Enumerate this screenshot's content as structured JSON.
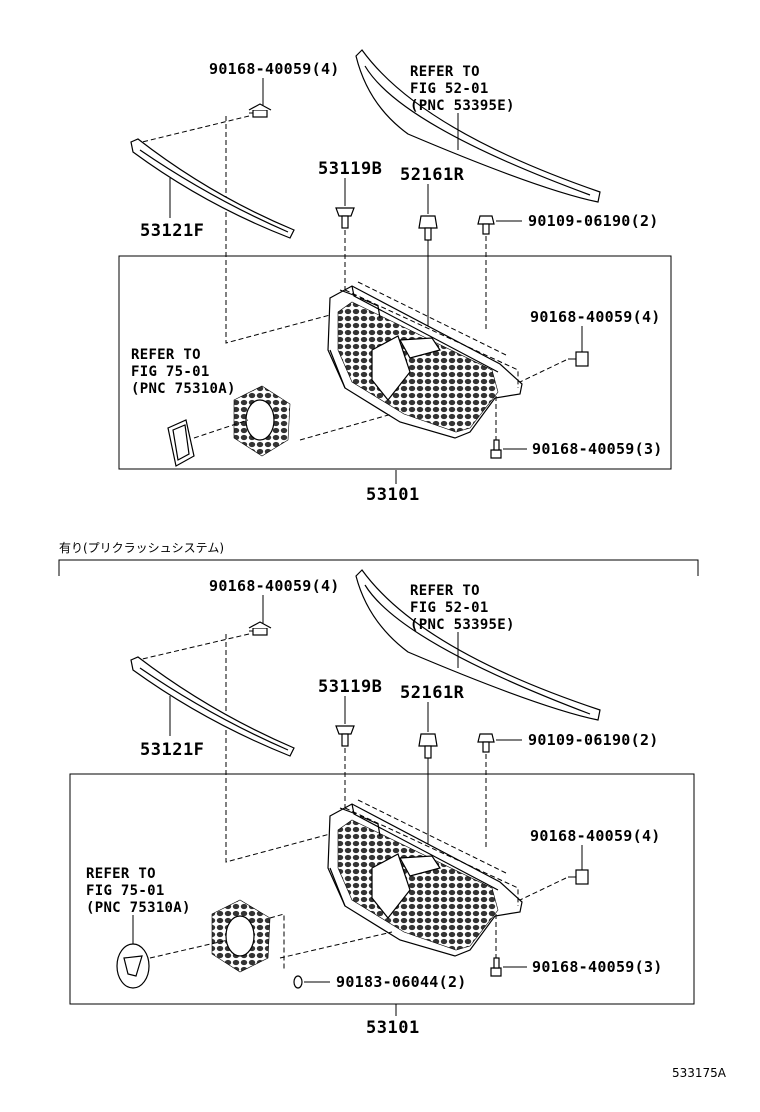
{
  "upper": {
    "labels": {
      "bolt_top": "90168-40059(4)",
      "molding": "53121F",
      "refer_52_l1": "REFER TO",
      "refer_52_l2": "FIG 52-01",
      "refer_52_l3": "(PNC 53395E)",
      "clip_a": "53119B",
      "clip_b": "52161R",
      "screw": "90109-06190(2)",
      "bolt_right": "90168-40059(4)",
      "refer_75_l1": "REFER TO",
      "refer_75_l2": "FIG 75-01",
      "refer_75_l3": "(PNC 75310A)",
      "bolt_bottom": "90168-40059(3)",
      "grille": "53101"
    }
  },
  "section_title": "有り(プリクラッシュシステム)",
  "lower": {
    "labels": {
      "bolt_top": "90168-40059(4)",
      "molding": "53121F",
      "refer_52_l1": "REFER TO",
      "refer_52_l2": "FIG 52-01",
      "refer_52_l3": "(PNC 53395E)",
      "clip_a": "53119B",
      "clip_b": "52161R",
      "screw": "90109-06190(2)",
      "bolt_right": "90168-40059(4)",
      "refer_75_l1": "REFER TO",
      "refer_75_l2": "FIG 75-01",
      "refer_75_l3": "(PNC 75310A)",
      "bolt_bottom": "90168-40059(3)",
      "washer": "90183-06044(2)",
      "grille": "53101"
    }
  },
  "footer_code": "533175A"
}
